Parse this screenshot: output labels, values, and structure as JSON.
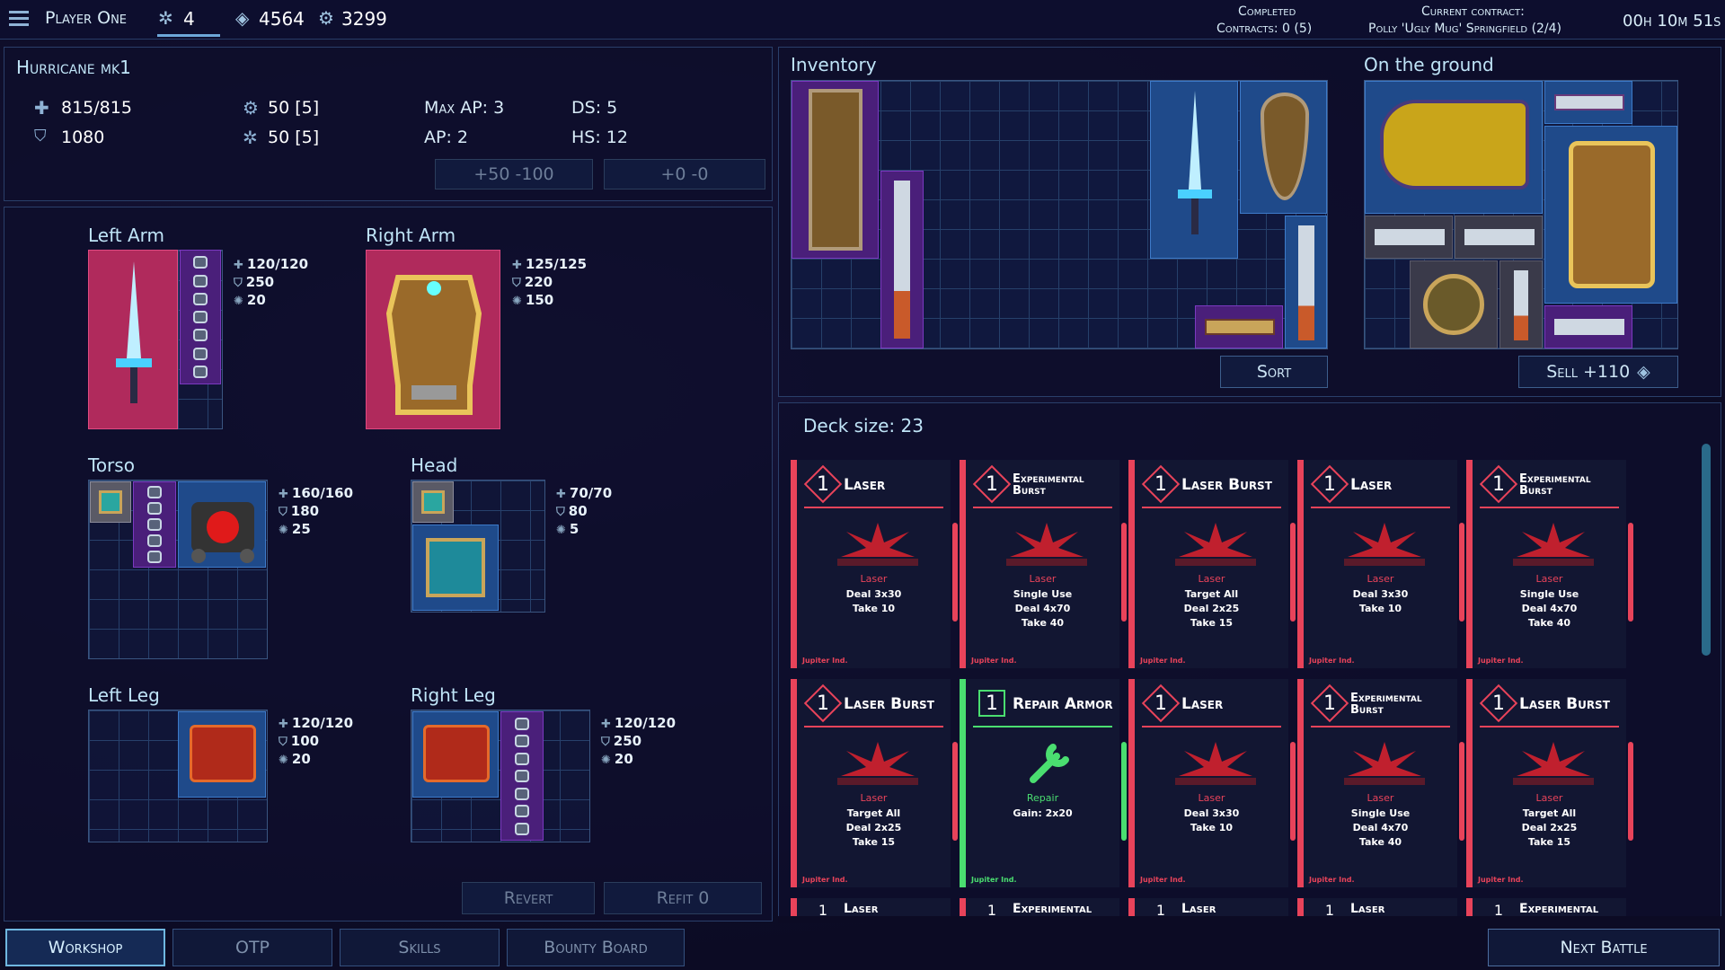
{
  "topbar": {
    "player": "Player One",
    "pilots": "4",
    "credits": "4564",
    "parts": "3299",
    "completed_label": "Completed",
    "completed_value": "Contracts: 0 (5)",
    "contract_label": "Current contract:",
    "contract_value": "Polly 'Ugly Mug' Springfield (2/4)",
    "timer": "00h 10m 51s"
  },
  "mech": {
    "name": "Hurricane mk1",
    "hp": "815/815",
    "armor": "1080",
    "stat1": "50 [5]",
    "stat2": "50 [5]",
    "max_ap": "Max AP: 3",
    "ap": "AP: 2",
    "ds": "DS: 5",
    "hs": "HS: 12",
    "btn1": "+50 -100",
    "btn2": "+0 -0"
  },
  "parts": {
    "left_arm": {
      "label": "Left Arm",
      "hp": "120/120",
      "armor": "250",
      "heat": "20"
    },
    "right_arm": {
      "label": "Right Arm",
      "hp": "125/125",
      "armor": "220",
      "heat": "150"
    },
    "torso": {
      "label": "Torso",
      "hp": "160/160",
      "armor": "180",
      "heat": "25"
    },
    "head": {
      "label": "Head",
      "hp": "70/70",
      "armor": "80",
      "heat": "5"
    },
    "left_leg": {
      "label": "Left Leg",
      "hp": "120/120",
      "armor": "100",
      "heat": "20"
    },
    "right_leg": {
      "label": "Right Leg",
      "hp": "120/120",
      "armor": "250",
      "heat": "20"
    }
  },
  "actions": {
    "revert": "Revert",
    "refit": "Refit 0"
  },
  "inventory": {
    "title": "Inventory",
    "sort": "Sort"
  },
  "ground": {
    "title": "On the ground",
    "sell": "Sell +110"
  },
  "deck": {
    "size_label": "Deck size: 23",
    "cards": [
      {
        "cost": "1",
        "title": "Laser",
        "type": "Laser",
        "desc": [
          "Deal 3x30",
          "Take 10"
        ],
        "mfr": "Jupiter Ind.",
        "color": "red"
      },
      {
        "cost": "1",
        "title": "Experimental Burst",
        "type": "Laser",
        "desc": [
          "Single Use",
          "Deal 4x70",
          "Take 40"
        ],
        "mfr": "Jupiter Ind.",
        "color": "red"
      },
      {
        "cost": "1",
        "title": "Laser Burst",
        "type": "Laser",
        "desc": [
          "Target All",
          "Deal 2x25",
          "Take 15"
        ],
        "mfr": "Jupiter Ind.",
        "color": "red"
      },
      {
        "cost": "1",
        "title": "Laser",
        "type": "Laser",
        "desc": [
          "Deal 3x30",
          "Take 10"
        ],
        "mfr": "Jupiter Ind.",
        "color": "red"
      },
      {
        "cost": "1",
        "title": "Experimental Burst",
        "type": "Laser",
        "desc": [
          "Single Use",
          "Deal 4x70",
          "Take 40"
        ],
        "mfr": "Jupiter Ind.",
        "color": "red"
      },
      {
        "cost": "1",
        "title": "Laser Burst",
        "type": "Laser",
        "desc": [
          "Target All",
          "Deal 2x25",
          "Take 15"
        ],
        "mfr": "Jupiter Ind.",
        "color": "red"
      },
      {
        "cost": "1",
        "title": "Repair Armor",
        "type": "Repair",
        "desc": [
          "Gain: 2x20"
        ],
        "mfr": "Jupiter Ind.",
        "color": "green"
      },
      {
        "cost": "1",
        "title": "Laser",
        "type": "Laser",
        "desc": [
          "Deal 3x30",
          "Take 10"
        ],
        "mfr": "Jupiter Ind.",
        "color": "red"
      },
      {
        "cost": "1",
        "title": "Experimental Burst",
        "type": "Laser",
        "desc": [
          "Single Use",
          "Deal 4x70",
          "Take 40"
        ],
        "mfr": "Jupiter Ind.",
        "color": "red"
      },
      {
        "cost": "1",
        "title": "Laser Burst",
        "type": "Laser",
        "desc": [
          "Target All",
          "Deal 2x25",
          "Take 15"
        ],
        "mfr": "Jupiter Ind.",
        "color": "red"
      }
    ],
    "partial": [
      "Laser",
      "Experimental",
      "Laser",
      "Laser",
      "Experimental"
    ]
  },
  "nav": {
    "tabs": [
      "Workshop",
      "OTP",
      "Skills",
      "Bounty Board"
    ],
    "next": "Next Battle"
  }
}
